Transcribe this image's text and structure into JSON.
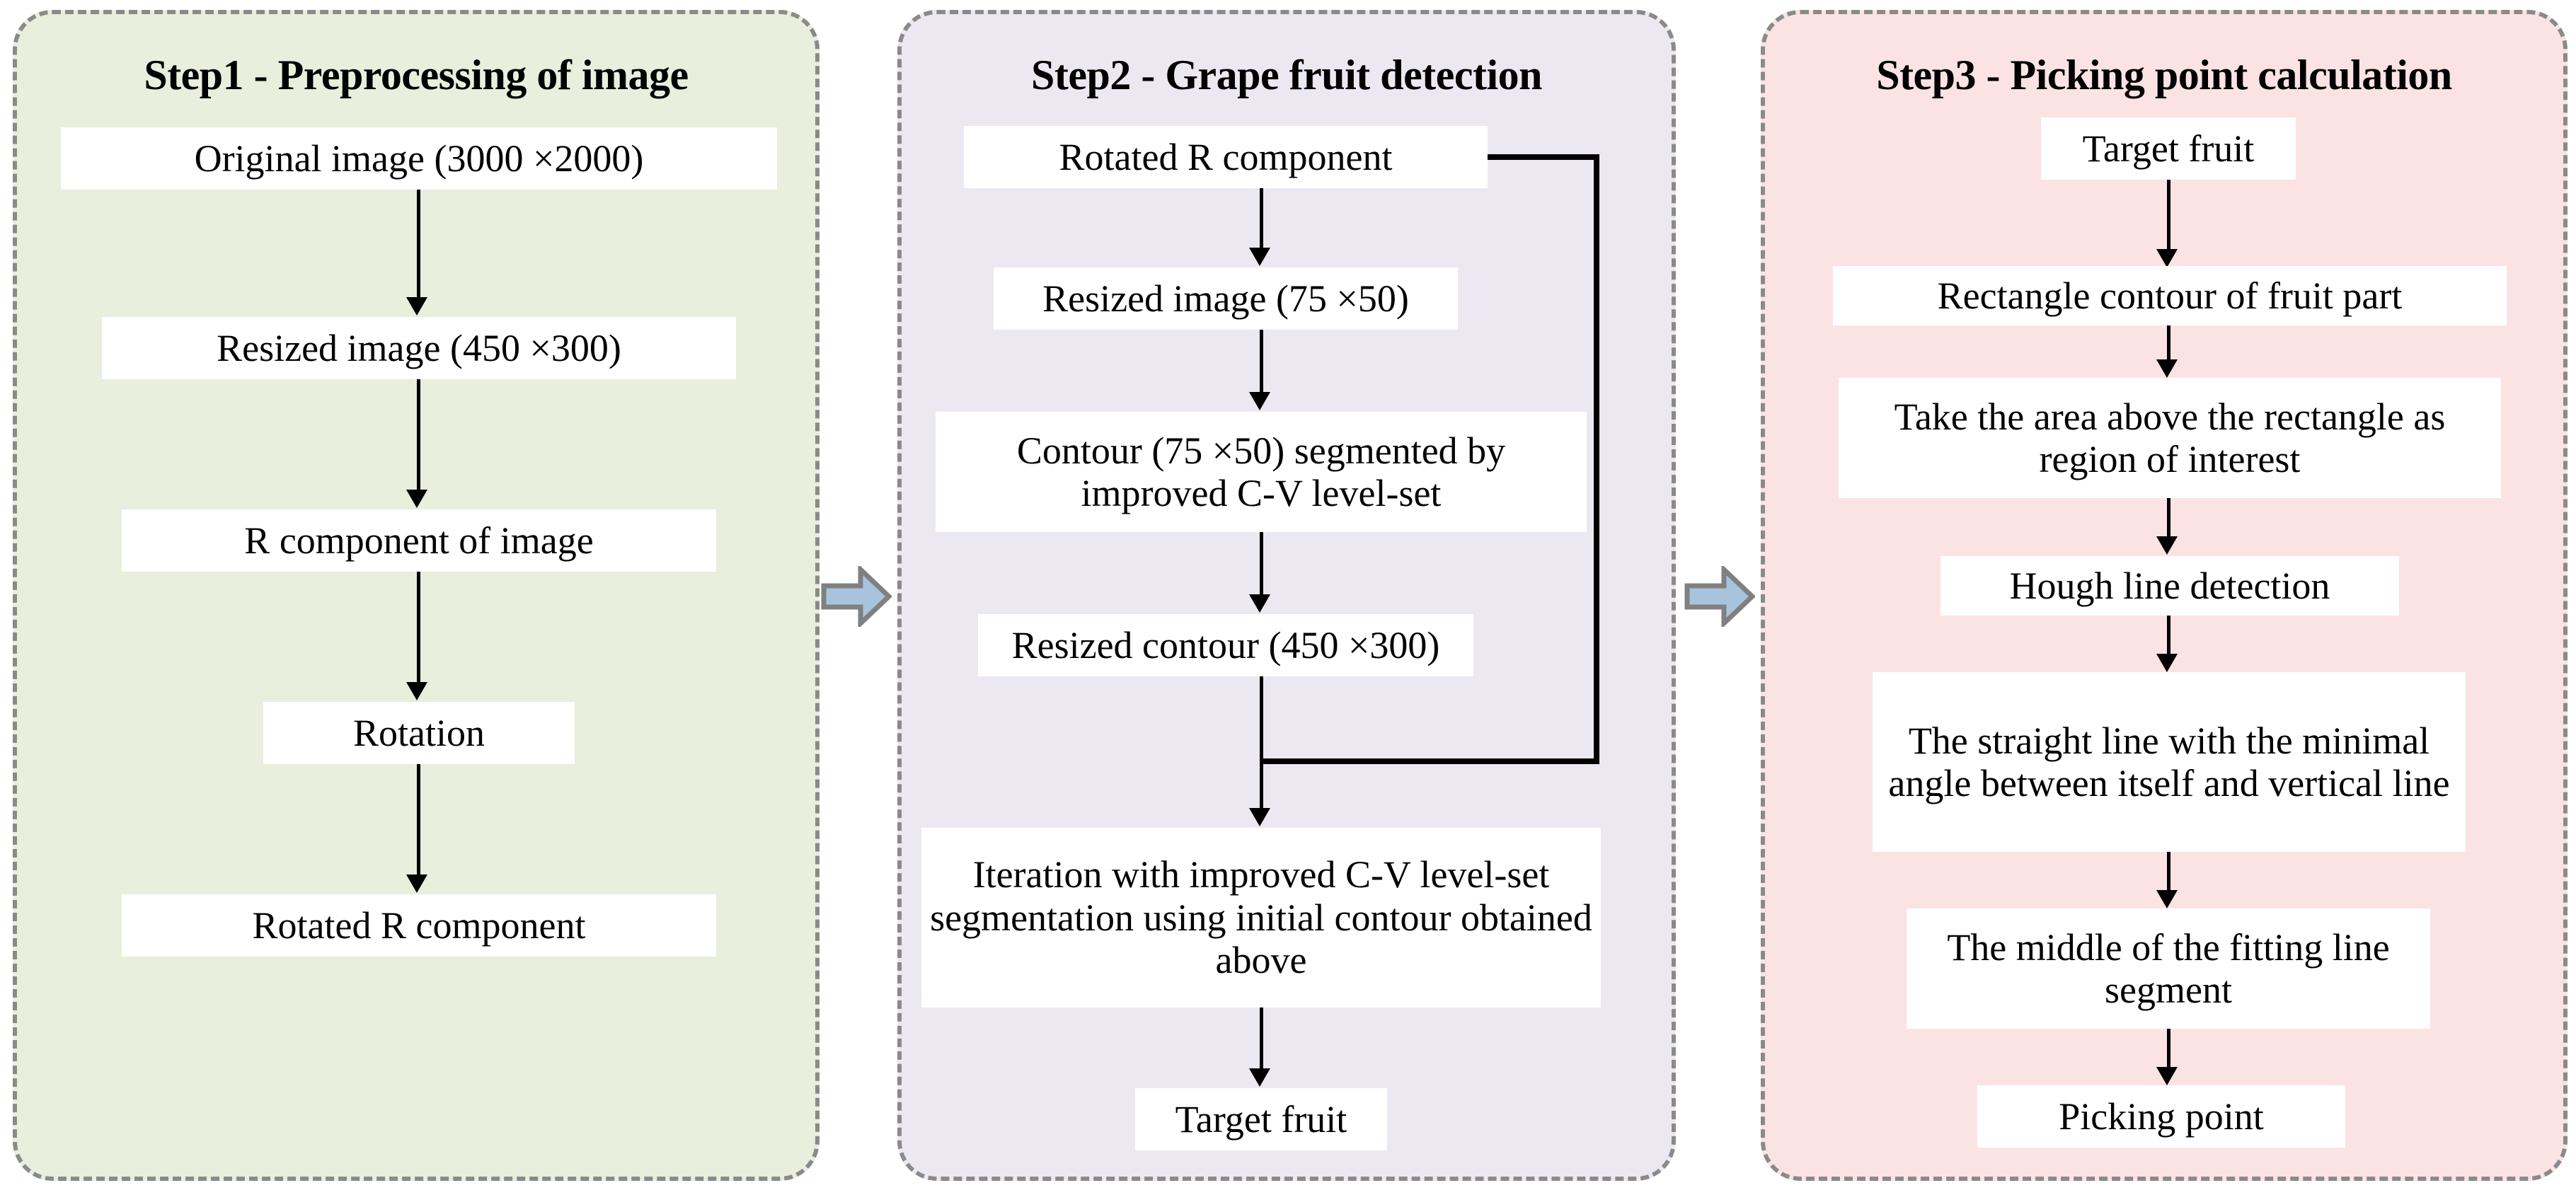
{
  "figure": {
    "type": "flowchart",
    "title": "Grape picking point calculation pipeline",
    "colors": {
      "panel1_fill": "#e9eedd",
      "panel2_fill": "#ece8f1",
      "panel3_fill": "#fbe3e4",
      "panel_border": "#8a8a8a",
      "node_fill": "#ffffff",
      "arrow": "#000000",
      "connector_arrow_fill": "#a8c4dd",
      "connector_arrow_stroke": "#808080"
    }
  },
  "panels": [
    {
      "id": "step1",
      "title": "Step1 - Preprocessing of image",
      "nodes": [
        {
          "label": "Original image (3000 ×2000)"
        },
        {
          "label": "Resized image (450 ×300)"
        },
        {
          "label": "R component of image"
        },
        {
          "label": "Rotation"
        },
        {
          "label": "Rotated R component"
        }
      ]
    },
    {
      "id": "step2",
      "title": "Step2 - Grape fruit detection",
      "nodes": [
        {
          "label": "Rotated R component"
        },
        {
          "label": "Resized image (75 ×50)"
        },
        {
          "label": "Contour (75 ×50) segmented by improved C-V level-set"
        },
        {
          "label": "Resized contour (450 ×300)"
        },
        {
          "label": "Iteration with improved C-V level-set segmentation using initial contour obtained above"
        },
        {
          "label": "Target fruit"
        }
      ]
    },
    {
      "id": "step3",
      "title": "Step3 - Picking point calculation",
      "nodes": [
        {
          "label": "Target fruit"
        },
        {
          "label": "Rectangle contour of fruit part"
        },
        {
          "label": "Take the area above the rectangle as region of interest"
        },
        {
          "label": "Hough line detection"
        },
        {
          "label": "The straight line with the minimal angle between itself and vertical line"
        },
        {
          "label": "The middle of the fitting line segment"
        },
        {
          "label": "Picking point"
        }
      ]
    }
  ],
  "connectors": [
    {
      "from": "step1",
      "to": "step2",
      "kind": "block-arrow-right"
    },
    {
      "from": "step2",
      "to": "step3",
      "kind": "block-arrow-right"
    }
  ]
}
